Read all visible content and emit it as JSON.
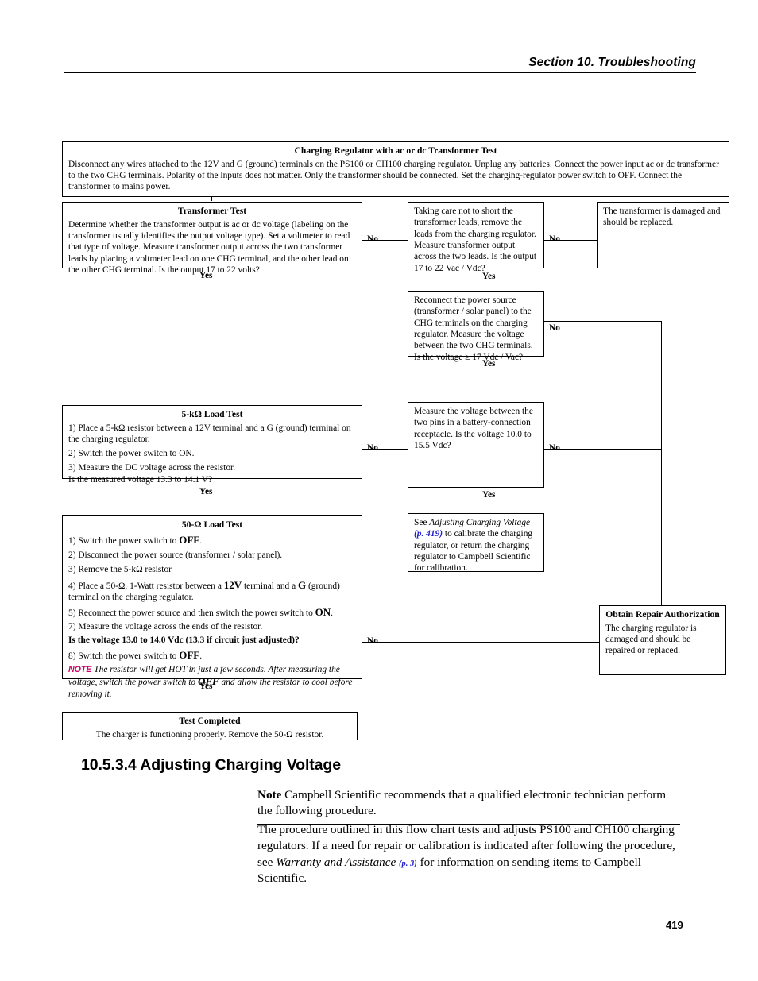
{
  "header": {
    "section_label": "Section 10.  Troubleshooting"
  },
  "page_number": "419",
  "flowchart": {
    "intro": {
      "title": "Charging Regulator with ac or dc Transformer Test",
      "body": "Disconnect any wires attached to the 12V and G (ground) terminals on the PS100 or CH100 charging regulator.  Unplug any batteries.  Connect the power input ac or dc transformer to the two CHG terminals.  Polarity of the inputs does not matter.  Only the transformer should be connected.  Set the charging-regulator power switch to OFF.  Connect the transformer to mains power."
    },
    "transformer_test": {
      "title": "Transformer Test",
      "body": "Determine whether the transformer output is ac or dc voltage (labeling on the transformer usually identifies the output voltage type).  Set a voltmeter to read that type of voltage.  Measure transformer output across the two transformer leads by placing a voltmeter lead on one CHG terminal, and the other lead on the other CHG terminal.  Is the output 17 to 22 volts?"
    },
    "remove_leads": {
      "body": "Taking care not to short the transformer leads, remove the leads from the charging regulator.  Measure transformer output across the two leads.  Is the output 17 to 22 Vac / Vdc?"
    },
    "transformer_damaged": {
      "body": "The transformer is damaged and should be replaced."
    },
    "reconnect_source": {
      "body": "Reconnect the power source (transformer / solar panel) to the CHG terminals on the charging regulator.  Measure the voltage between the two CHG terminals.  Is the voltage ≥ 17 Vdc / Vac?"
    },
    "load_test_5k": {
      "title": "5-kΩ Load Test",
      "line1": "1) Place a 5-kΩ resistor between a 12V terminal and a G (ground) terminal on the charging regulator.",
      "line2": "2) Switch the power switch to ON.",
      "line3": "3) Measure the DC voltage across the resistor.",
      "line4": "Is the measured voltage 13.3 to 14.1 V?"
    },
    "battery_receptacle": {
      "body": "Measure the voltage between the two pins in a battery-connection receptacle.  Is the voltage 10.0 to 15.5 Vdc?"
    },
    "see_adjusting": {
      "pre": "See ",
      "italic_title": "Adjusting Charging Voltage",
      "link": "(p. 419)",
      "post": " to calibrate the charging regulator, or return the charging regulator to Campbell Scientific for calibration."
    },
    "load_test_50": {
      "title": "50-Ω Load Test",
      "l1_a": "1) Switch the power switch to ",
      "l1_b": "OFF",
      "l1_c": ".",
      "l2": "2) Disconnect the power source (transformer / solar panel).",
      "l3": "3) Remove the 5-kΩ resistor",
      "l4_a": "4) Place a 50-Ω, 1-Watt resistor between a ",
      "l4_b": "12V",
      "l4_c": " terminal and a ",
      "l4_d": "G",
      "l4_e": " (ground) terminal on the charging regulator.",
      "l5_a": "5) Reconnect the power source and then switch the power switch to ",
      "l5_b": "ON",
      "l5_c": ".",
      "l7": "7) Measure the voltage across the ends of the resistor.",
      "l_question": "Is the voltage 13.0 to 14.0 Vdc (13.3 if circuit just adjusted)?",
      "l8_a": "8) Switch the power switch to ",
      "l8_b": "OFF",
      "l8_c": ".",
      "note_kw": "NOTE",
      "note_a": " The resistor will get HOT in just a few seconds.  After measuring the voltage, switch the power switch to ",
      "note_b": "OFF",
      "note_c": " and allow the resistor to cool before removing it."
    },
    "repair_auth": {
      "title": "Obtain Repair Authorization",
      "body": "The charging regulator is damaged and should be repaired or replaced."
    },
    "test_completed": {
      "title": "Test Completed",
      "body": "The charger is functioning properly.  Remove the 50-Ω resistor."
    },
    "labels": {
      "yes": "Yes",
      "no": "No"
    }
  },
  "section": {
    "heading": "10.5.3.4 Adjusting Charging Voltage",
    "note_keyword": "Note",
    "note_text": "  Campbell Scientific recommends that a qualified electronic technician perform the following procedure.",
    "para_pre": "The procedure outlined in this flow chart tests and adjusts PS100 and CH100 charging regulators.  If a need for repair or calibration is indicated after following the procedure, see ",
    "para_italic": "Warranty and Assistance",
    "para_link": "(p. 3)",
    "para_post": " for information on sending items to Campbell Scientific."
  }
}
